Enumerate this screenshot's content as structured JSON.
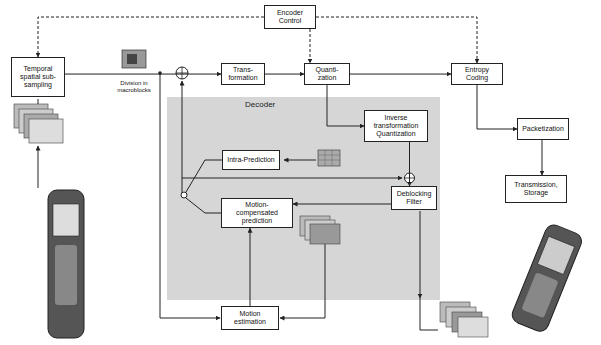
{
  "diagram": {
    "nodes": [
      {
        "text": [
          "Temporal spatial sub-sampling"
        ]
      },
      {
        "text": [
          "Encoder Control"
        ]
      },
      {
        "text": [
          "Trans-formation"
        ]
      },
      {
        "text": [
          "Quanti-zation"
        ]
      },
      {
        "text": [
          "Entropy Coding"
        ]
      },
      {
        "text": [
          "Decoder"
        ]
      },
      {
        "text": [
          "Inverse transformation Quantization"
        ],
        "in": 5
      },
      {
        "text": [
          "Intra-Prediction"
        ],
        "in": 5
      },
      {
        "text": [
          "Motion-compensated prediction"
        ],
        "in": 5
      },
      {
        "text": [
          "Deblocking Filter"
        ],
        "in": 5
      },
      {
        "text": [
          "Packetization"
        ]
      },
      {
        "text": [
          "Transmission, Storage"
        ]
      },
      {
        "text": [
          "Motion estimation"
        ]
      }
    ],
    "edges": [
      {
        "from": 0,
        "to": 2,
        "arrow": "to"
      },
      {
        "from": 2,
        "to": 3,
        "arrow": "to"
      },
      {
        "from": 3,
        "to": 4,
        "arrow": "to"
      },
      {
        "from": 3,
        "to": 6,
        "arrow": "to"
      },
      {
        "from": 4,
        "to": 10,
        "arrow": "to"
      },
      {
        "from": 10,
        "to": 11,
        "arrow": "to"
      },
      {
        "from": 6,
        "to": 9,
        "arrow": "to"
      },
      {
        "from": 9,
        "to": 8,
        "arrow": "to"
      },
      {
        "from": 12,
        "to": 8,
        "arrow": "to"
      },
      {
        "from": 1,
        "to": 0,
        "arrow": "to"
      },
      {
        "from": 1,
        "to": 3,
        "arrow": "to"
      },
      {
        "from": 1,
        "to": 4,
        "arrow": "to"
      }
    ],
    "labels": [
      "Division in macroblocks"
    ]
  }
}
